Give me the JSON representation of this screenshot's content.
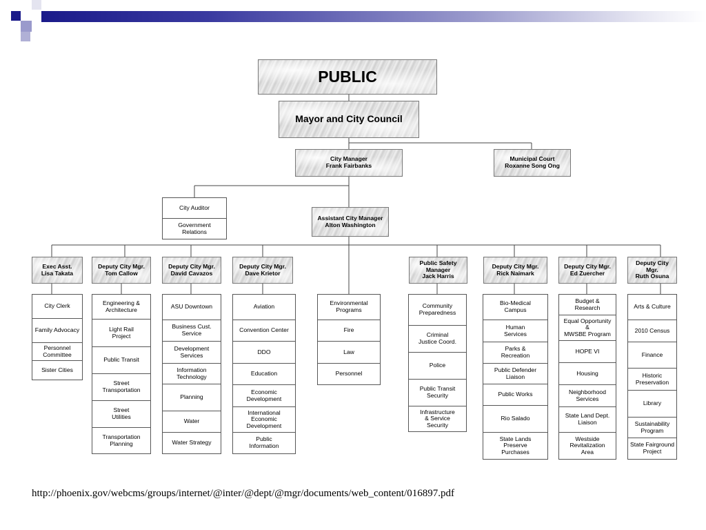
{
  "chart": {
    "top": "PUBLIC",
    "mayor": "Mayor and City Council",
    "city_manager": "City Manager\nFrank Fairbanks",
    "municipal_court": "Municipal Court\nRoxanne Song Ong",
    "city_auditor": "City Auditor",
    "government_relations": "Government\nRelations",
    "assistant_city_manager": "Assistant City Manager\nAlton Washington",
    "col1": {
      "head": "Exec Asst.\nLisa Takata",
      "items": [
        "City Clerk",
        "Family Advocacy",
        "Personnel\nCommittee",
        "Sister Cities"
      ]
    },
    "col2": {
      "head": "Deputy City Mgr.\nTom Callow",
      "items": [
        "Engineering &\nArchitecture",
        "Light Rail\nProject",
        "Public Transit",
        "Street\nTransportation",
        "Street\nUtilities",
        "Transportation\nPlanning"
      ]
    },
    "col3": {
      "head": "Deputy City Mgr.\nDavid Cavazos",
      "items": [
        "ASU Downtown",
        "Business Cust.\nService",
        "Development\nServices",
        "Information\nTechnology",
        "Planning",
        "Water",
        "Water Strategy"
      ]
    },
    "col4": {
      "head": "Deputy City Mgr.\nDave Krietor",
      "items": [
        "Aviation",
        "Convention Center",
        "DDO",
        "Education",
        "Economic\nDevelopment",
        "International\nEconomic\nDevelopment",
        "Public\nInformation"
      ]
    },
    "col5": {
      "items": [
        "Environmental\nPrograms",
        "Fire",
        "Law",
        "Personnel"
      ]
    },
    "col6": {
      "head": "Public Safety\nManager\nJack Harris",
      "items": [
        "Community\nPreparedness",
        "Criminal\nJustice Coord.",
        "Police",
        "Public Transit\nSecurity",
        "Infrastructure\n& Service\nSecurity"
      ]
    },
    "col7": {
      "head": "Deputy City Mgr.\nRick Naimark",
      "items": [
        "Bio-Medical\nCampus",
        "Human\nServices",
        "Parks &\nRecreation",
        "Public Defender\nLiaison",
        "Public Works",
        "Rio Salado",
        "State Lands\nPreserve\nPurchases"
      ]
    },
    "col8": {
      "head": "Deputy City Mgr.\nEd Zuercher",
      "items": [
        "Budget &\nResearch",
        "Equal Opportunity\n&\nMWSBE Program",
        "HOPE VI",
        "Housing",
        "Neighborhood\nServices",
        "State Land Dept.\nLiaison",
        "Westside\nRevitalization\nArea"
      ]
    },
    "col9": {
      "head": "Deputy City Mgr.\nRuth Osuna",
      "items": [
        "Arts & Culture",
        "2010 Census",
        "Finance",
        "Historic\nPreservation",
        "Library",
        "Sustainability\nProgram",
        "State Fairground\nProject"
      ]
    }
  },
  "footer": {
    "url": "http://phoenix.gov/webcms/groups/internet/@inter/@dept/@mgr/documents/web_content/016897.pdf"
  },
  "colors": {
    "header_dark": "#1a1a8a",
    "header_light": "#9a9acc",
    "line": "#444444"
  }
}
